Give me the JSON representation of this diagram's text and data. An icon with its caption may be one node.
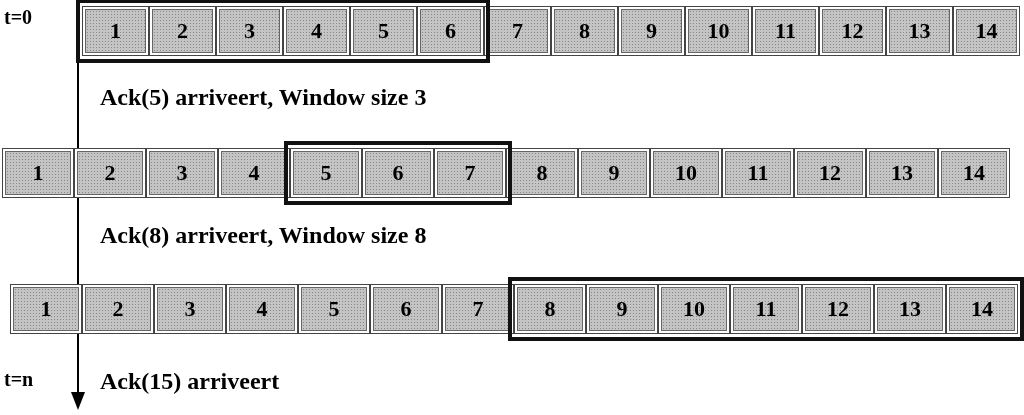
{
  "diagram": {
    "nodes": [
      {
        "text": [],
        "shape": "box"
      },
      {
        "text": [
          "1"
        ],
        "in": 0
      },
      {
        "text": [
          "2"
        ],
        "in": 0
      },
      {
        "text": [
          "3"
        ],
        "in": 0
      },
      {
        "text": [
          "4"
        ],
        "in": 0
      },
      {
        "text": [
          "5"
        ],
        "in": 0
      },
      {
        "text": [
          "6"
        ],
        "in": 0
      },
      {
        "text": [
          "7"
        ]
      },
      {
        "text": [
          "8"
        ]
      },
      {
        "text": [
          "9"
        ]
      },
      {
        "text": [
          "10"
        ]
      },
      {
        "text": [
          "11"
        ]
      },
      {
        "text": [
          "12"
        ]
      },
      {
        "text": [
          "13"
        ]
      },
      {
        "text": [
          "14"
        ]
      },
      {
        "text": [],
        "shape": "box"
      },
      {
        "text": [
          "1"
        ]
      },
      {
        "text": [
          "2"
        ]
      },
      {
        "text": [
          "3"
        ]
      },
      {
        "text": [
          "4"
        ]
      },
      {
        "text": [
          "5"
        ],
        "in": 15
      },
      {
        "text": [
          "6"
        ],
        "in": 15
      },
      {
        "text": [
          "7"
        ],
        "in": 15
      },
      {
        "text": [
          "8"
        ]
      },
      {
        "text": [
          "9"
        ]
      },
      {
        "text": [
          "10"
        ]
      },
      {
        "text": [
          "11"
        ]
      },
      {
        "text": [
          "12"
        ]
      },
      {
        "text": [
          "13"
        ]
      },
      {
        "text": [
          "14"
        ]
      },
      {
        "text": [],
        "shape": "box"
      },
      {
        "text": [
          "1"
        ]
      },
      {
        "text": [
          "2"
        ]
      },
      {
        "text": [
          "3"
        ]
      },
      {
        "text": [
          "4"
        ]
      },
      {
        "text": [
          "5"
        ]
      },
      {
        "text": [
          "6"
        ]
      },
      {
        "text": [
          "7"
        ]
      },
      {
        "text": [
          "8"
        ],
        "in": 30
      },
      {
        "text": [
          "9"
        ],
        "in": 30
      },
      {
        "text": [
          "10"
        ],
        "in": 30
      },
      {
        "text": [
          "11"
        ],
        "in": 30
      },
      {
        "text": [
          "12"
        ],
        "in": 30
      },
      {
        "text": [
          "13"
        ],
        "in": 30
      },
      {
        "text": [
          "14"
        ],
        "in": 30
      }
    ],
    "labels": [
      "t=0",
      "Ack(5) arriveert, Window size 3",
      "Ack(8) arriveert, Window size 8",
      "t=n",
      "Ack(15) arriveert"
    ]
  }
}
